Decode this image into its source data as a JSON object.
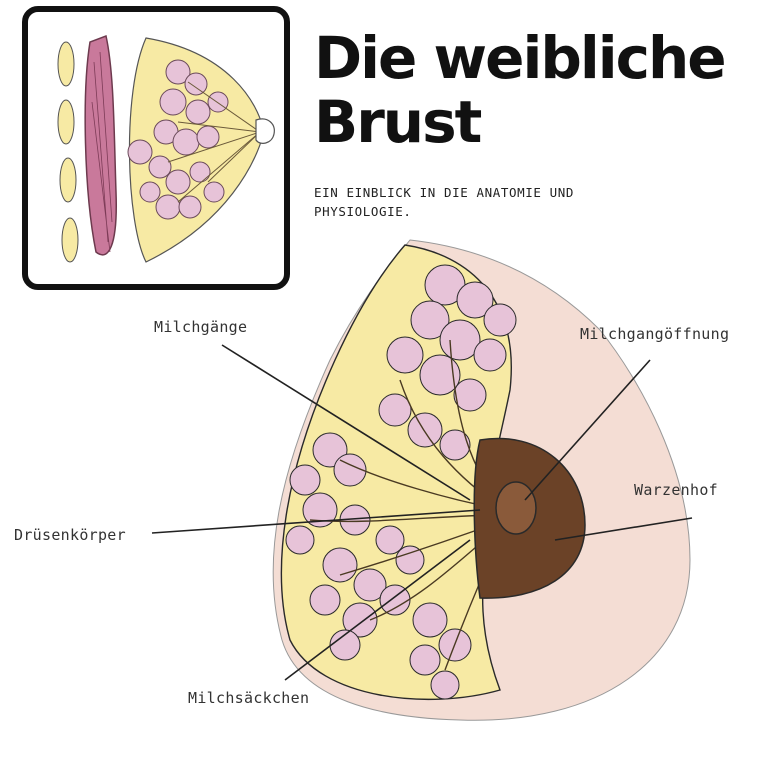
{
  "title": "Die weibliche Brust",
  "subtitle": "EIN EINBLICK IN DIE ANATOMIE UND PHYSIOLOGIE.",
  "labels": {
    "milk_ducts": "Milchgänge",
    "duct_opening": "Milchgangöffnung",
    "areola": "Warzenhof",
    "gland_body": "Drüsenkörper",
    "alveoli": "Milchsäckchen"
  },
  "colors": {
    "skin": "#f4ddd4",
    "fat": "#f7eaa4",
    "lobule": "#e7c3d8",
    "areola": "#6b4227",
    "muscle": "#c9799b",
    "outline": "#2a2a2a"
  }
}
